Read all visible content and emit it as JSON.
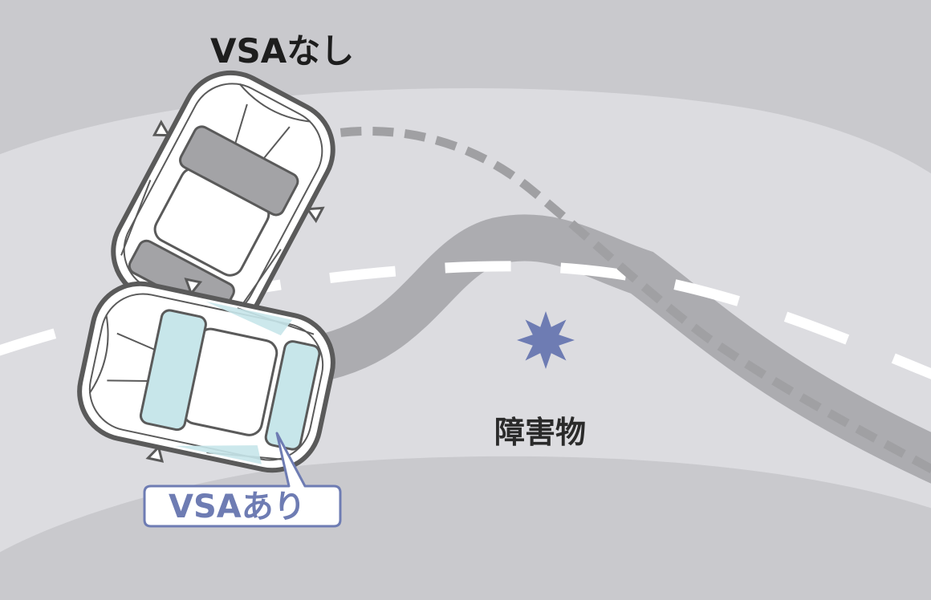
{
  "labels": {
    "without_vsa": "VSAなし",
    "with_vsa": "VSAあり",
    "obstacle": "障害物"
  },
  "colors": {
    "background": "#c9c9cd",
    "road": "#dcdce0",
    "skid_path": "#a9a9ad",
    "dash_path": "#a0a0a3",
    "lane_marking": "#ffffff",
    "obstacle": "#6e7cb3",
    "callout_border": "#6e7cb3",
    "car_outline": "#5a5a5a",
    "glass_gray": "#a3a3a6",
    "glass_blue": "#c7e6ea"
  },
  "icons": {
    "obstacle": "starburst-icon",
    "car": "car-top-view-icon"
  }
}
